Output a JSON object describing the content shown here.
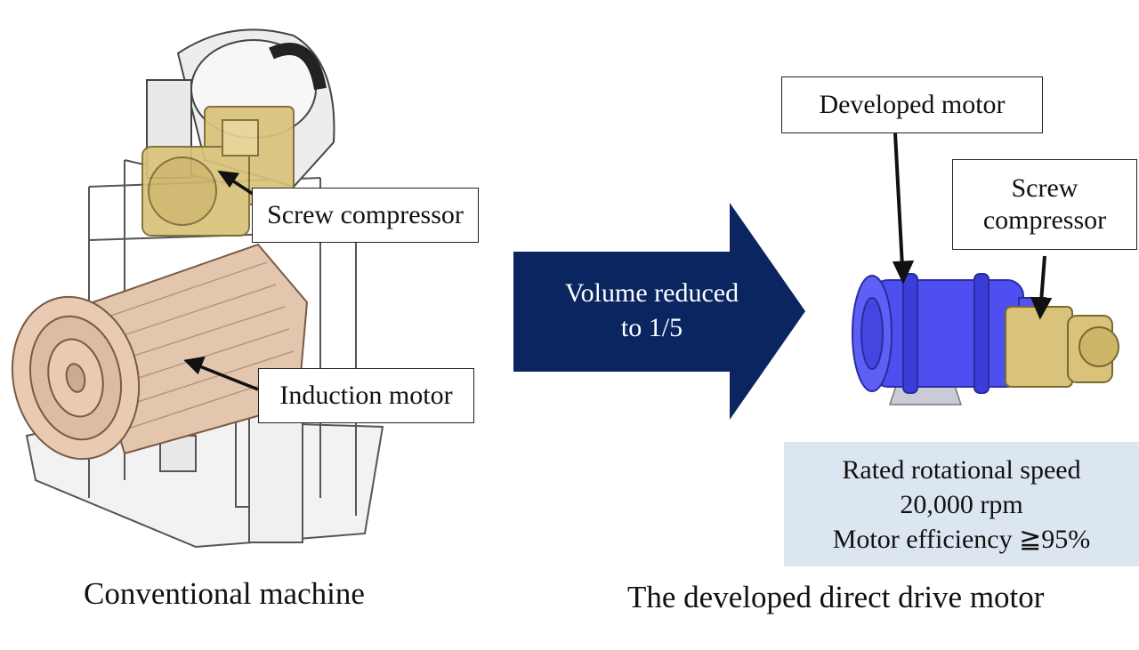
{
  "conventional": {
    "callout_compressor": "Screw compressor",
    "callout_motor": "Induction motor",
    "caption": "Conventional machine"
  },
  "transition": {
    "line1": "Volume reduced",
    "line2": "to 1/5",
    "color": "#0b2561"
  },
  "developed": {
    "callout_motor": "Developed motor",
    "callout_compressor_line1": "Screw",
    "callout_compressor_line2": "compressor",
    "caption": "The developed direct drive motor",
    "spec": {
      "line1": "Rated rotational speed",
      "line2": "20,000 rpm",
      "line3": "Motor efficiency ≧95%"
    }
  },
  "colors": {
    "compressor_gold": "#d9c27a",
    "motor_beige": "#e2c6ad",
    "developed_motor_blue": "#4d4ff0",
    "spec_bg": "#dce6f1"
  }
}
